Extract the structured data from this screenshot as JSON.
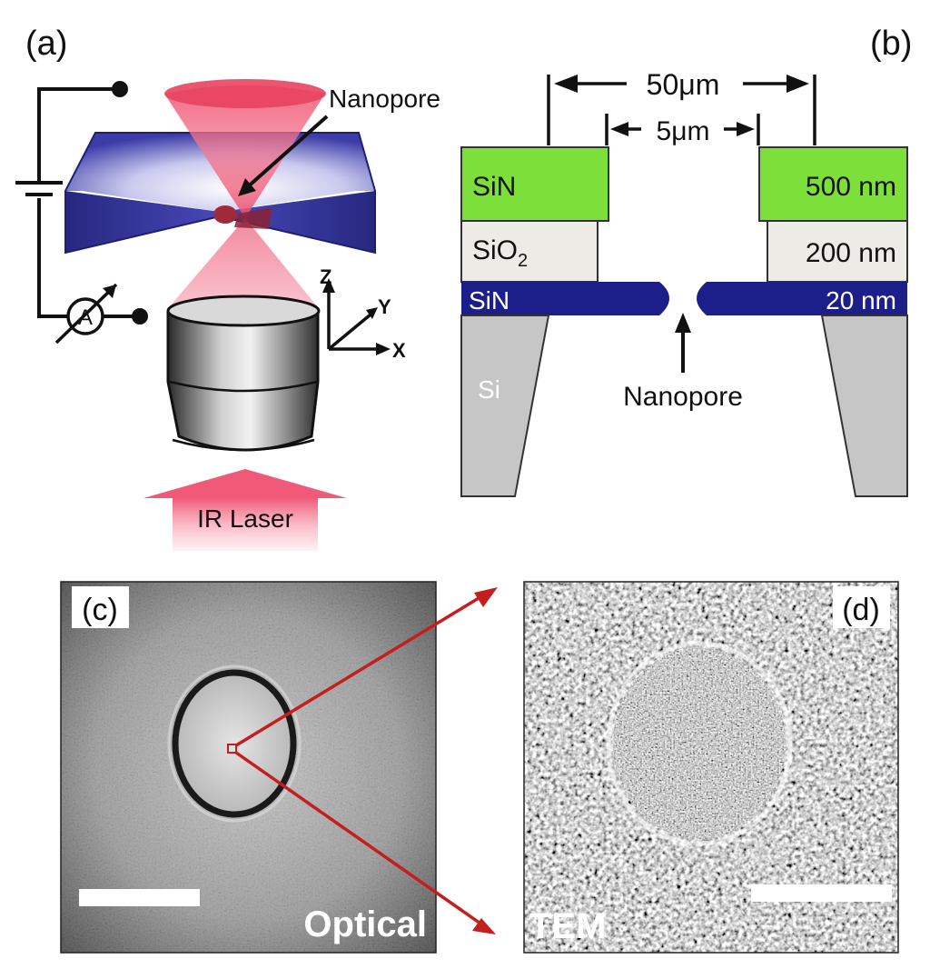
{
  "panels": {
    "a": {
      "tag": "(a)",
      "nanopore_label": "Nanopore",
      "ammeter_symbol": "A",
      "axes": {
        "z": "Z",
        "y": "Y",
        "x": "X"
      },
      "laser_label": "IR Laser"
    },
    "b": {
      "tag": "(b)",
      "dim_outer": "50μm",
      "dim_inner": "5μm",
      "layers": {
        "sin_top": "SiN",
        "sin_top_thickness": "500 nm",
        "sio2_base": "SiO",
        "sio2_sub": "2",
        "sio2_thickness": "200 nm",
        "sin_membrane": "SiN",
        "sin_membrane_thickness": "20 nm",
        "si": "Si"
      },
      "nanopore_label": "Nanopore"
    },
    "c": {
      "tag": "(c)",
      "caption": "Optical"
    },
    "d": {
      "tag": "(d)",
      "caption": "TEM"
    }
  },
  "colors": {
    "sin_green": "#7de03a",
    "sin_blue": "#1c1f8a",
    "sio2": "#ecebe6",
    "si_gray": "#c6c6c6",
    "laser_pink": "#f05a78",
    "callout_red": "#c41e1e"
  }
}
